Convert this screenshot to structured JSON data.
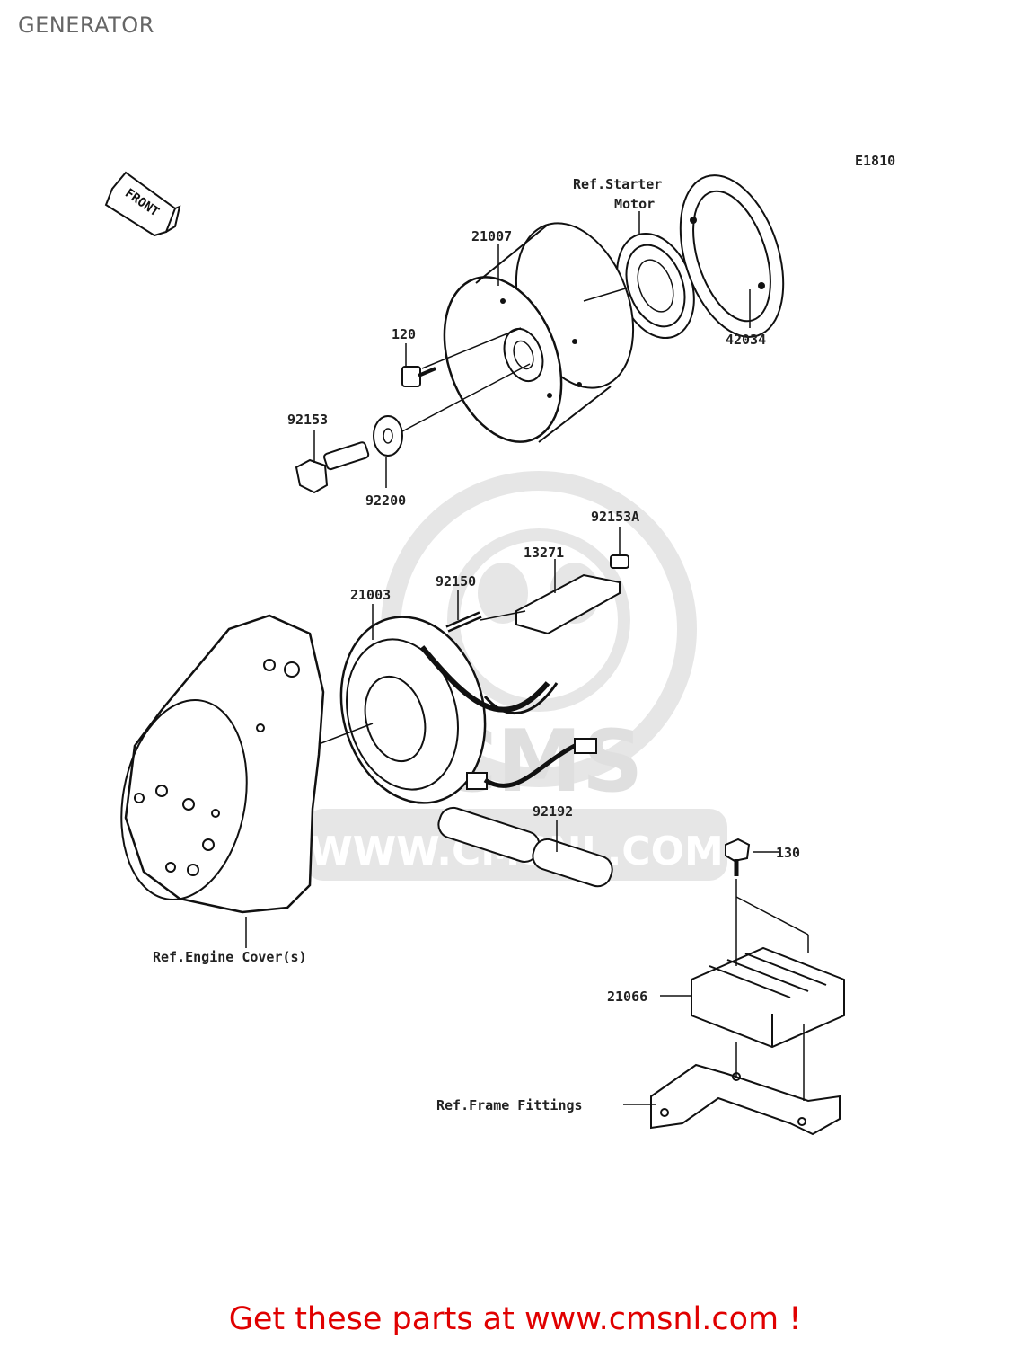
{
  "page": {
    "title": "GENERATOR"
  },
  "diagram": {
    "code": "E1810",
    "front_label": "FRONT",
    "watermark": {
      "logo_text": "CMS",
      "url_text": "WWW.CMSNL.COM"
    },
    "labels": {
      "ref_starter_1": "Ref.Starter",
      "ref_starter_2": "Motor",
      "p21007": "21007",
      "p42034": "42034",
      "p120": "120",
      "p92153": "92153",
      "p92200": "92200",
      "p92153A": "92153A",
      "p13271": "13271",
      "p92150": "92150",
      "p21003": "21003",
      "p92192": "92192",
      "p130": "130",
      "ref_engine": "Ref.Engine Cover(s)",
      "p21066": "21066",
      "ref_frame": "Ref.Frame Fittings"
    }
  },
  "footer": {
    "text": "Get these parts at www.cmsnl.com !"
  }
}
